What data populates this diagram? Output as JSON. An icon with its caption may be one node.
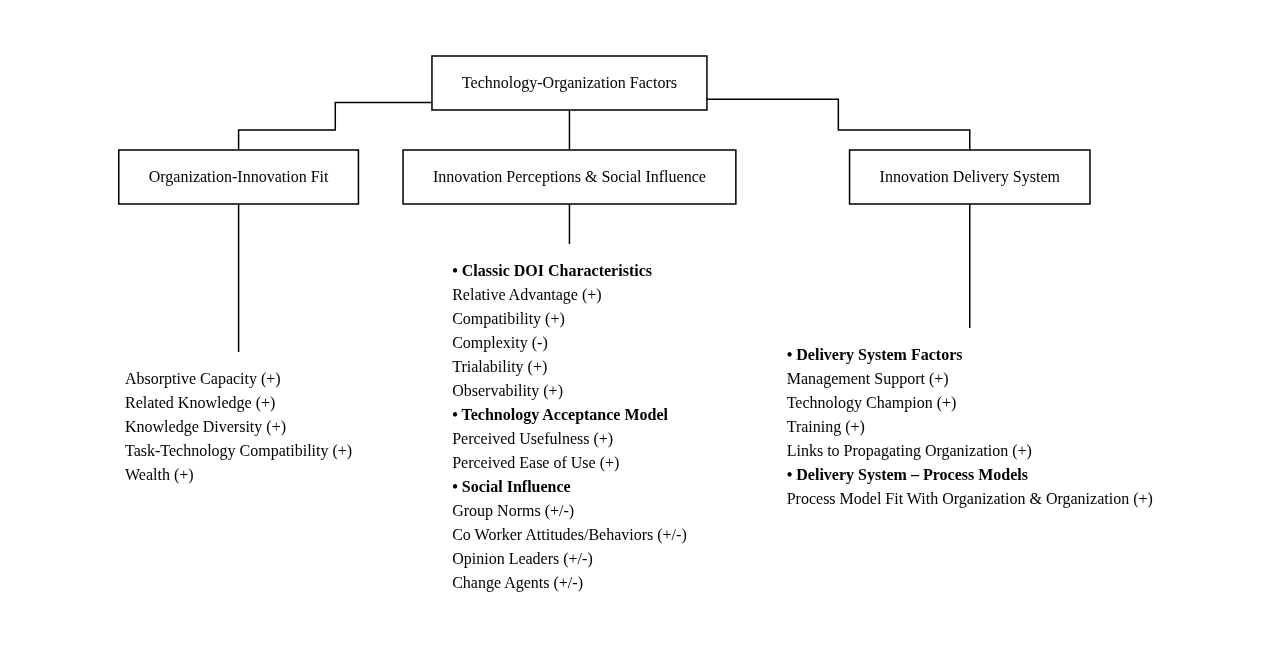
{
  "diagram": {
    "nodes": [
      {
        "text": [
          "Technology-Organization Factors"
        ]
      },
      {
        "text": [
          "Organization-Innovation Fit"
        ]
      },
      {
        "text": [
          "Innovation Perceptions & Social Influence"
        ]
      },
      {
        "text": [
          "Innovation Delivery System"
        ]
      },
      {
        "text": [
          "Absorptive Capacity (+)",
          "Related Knowledge (+)",
          "Knowledge Diversity (+)",
          "Task-Technology Compatibility (+)",
          "Wealth (+)"
        ]
      },
      {
        "text": [
          "**• Classic DOI Characteristics**",
          "Relative Advantage (+)",
          "Compatibility (+)",
          "Complexity (-)",
          "Trialability (+)",
          "Observability (+)",
          "**• Technology Acceptance Model**",
          "Perceived Usefulness (+)",
          "Perceived Ease of Use (+)",
          "**• Social Influence**",
          "Group Norms (+/-)",
          "Co Worker Attitudes/Behaviors (+/-)",
          "Opinion Leaders (+/-)",
          "Change Agents (+/-)"
        ]
      },
      {
        "text": [
          "**• Delivery System Factors**",
          "Management Support (+)",
          "Technology Champion (+)",
          "Training (+)",
          "Links to Propagating Organization (+)",
          "**• Delivery System – Process Models**",
          "Process Model Fit With Organization & Organization (+)"
        ]
      }
    ],
    "edges": [
      {
        "from": 0,
        "to": 1,
        "arrow": "none"
      },
      {
        "from": 0,
        "to": 2,
        "arrow": "none"
      },
      {
        "from": 0,
        "to": 3,
        "arrow": "none"
      },
      {
        "from": 1,
        "to": 4,
        "arrow": "none"
      },
      {
        "from": 2,
        "to": 5,
        "arrow": "none"
      },
      {
        "from": 3,
        "to": 6,
        "arrow": "none"
      }
    ]
  }
}
